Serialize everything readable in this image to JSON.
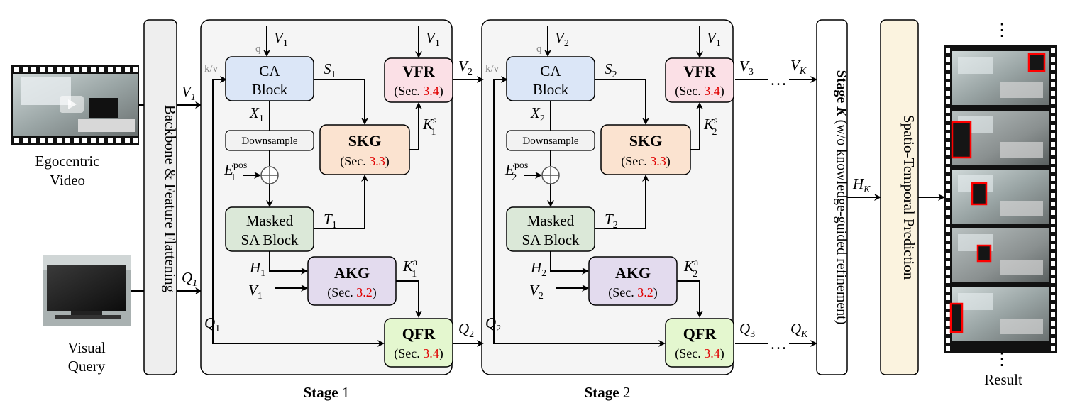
{
  "inputs": {
    "video_label_1": "Egocentric",
    "video_label_2": "Video",
    "query_label_1": "Visual",
    "query_label_2": "Query"
  },
  "backbone": {
    "label": "Backbone & Feature Flattening"
  },
  "stages": [
    {
      "title_bold": "Stage",
      "title_num": "1",
      "v_in_top": "V",
      "v_in_top_sub": "1",
      "v_vfr_top": "V",
      "v_vfr_top_sub": "1",
      "q_label": "q",
      "kv_label": "k/v",
      "ca_line1": "CA",
      "ca_line2": "Block",
      "s_label": "S",
      "s_sub": "1",
      "x_label": "X",
      "x_sub": "1",
      "downsample": "Downsample",
      "epos": "E",
      "epos_sup": "pos",
      "epos_sub": "1",
      "sa_line1": "Masked",
      "sa_line2": "SA Block",
      "t_label": "T",
      "t_sub": "1",
      "skg": "SKG",
      "skg_sec": "(Sec. ",
      "skg_ref": "3.3",
      "ks_label": "K",
      "ks_sup": "s",
      "ks_sub": "1",
      "vfr": "VFR",
      "vfr_sec": "(Sec. ",
      "vfr_ref": "3.4",
      "v_out": "V",
      "v_out_sub": "2",
      "h_label": "H",
      "h_sub": "1",
      "v_akg": "V",
      "v_akg_sub": "1",
      "akg": "AKG",
      "akg_sec": "(Sec. ",
      "akg_ref": "3.2",
      "ka_label": "K",
      "ka_sup": "a",
      "ka_sub": "1",
      "q_in": "Q",
      "q_in_sub": "1",
      "qfr": "QFR",
      "qfr_sec": "(Sec. ",
      "qfr_ref": "3.4",
      "q_out": "Q",
      "q_out_sub": "2"
    },
    {
      "title_bold": "Stage",
      "title_num": "2",
      "v_in_top": "V",
      "v_in_top_sub": "2",
      "v_vfr_top": "V",
      "v_vfr_top_sub": "1",
      "q_label": "q",
      "kv_label": "k/v",
      "ca_line1": "CA",
      "ca_line2": "Block",
      "s_label": "S",
      "s_sub": "2",
      "x_label": "X",
      "x_sub": "2",
      "downsample": "Downsample",
      "epos": "E",
      "epos_sup": "pos",
      "epos_sub": "2",
      "sa_line1": "Masked",
      "sa_line2": "SA Block",
      "t_label": "T",
      "t_sub": "2",
      "skg": "SKG",
      "skg_sec": "(Sec. ",
      "skg_ref": "3.3",
      "ks_label": "K",
      "ks_sup": "s",
      "ks_sub": "2",
      "vfr": "VFR",
      "vfr_sec": "(Sec. ",
      "vfr_ref": "3.4",
      "v_out": "V",
      "v_out_sub": "3",
      "h_label": "H",
      "h_sub": "2",
      "v_akg": "V",
      "v_akg_sub": "2",
      "akg": "AKG",
      "akg_sec": "(Sec. ",
      "akg_ref": "3.2",
      "ka_label": "K",
      "ka_sup": "a",
      "ka_sub": "2",
      "q_in": "Q",
      "q_in_sub": "2",
      "qfr": "QFR",
      "qfr_sec": "(Sec. ",
      "qfr_ref": "3.4",
      "q_out": "Q",
      "q_out_sub": "3"
    }
  ],
  "bridge": {
    "v1": "V",
    "v1_sub": "1",
    "q1": "Q",
    "q1_sub": "1",
    "vk": "V",
    "vk_sub": "K",
    "qk": "Q",
    "qk_sub": "K",
    "dots": "…",
    "hk": "H",
    "hk_sub": "K"
  },
  "stage_k": {
    "bold": "Stage ",
    "bold_k": "K",
    "rest": " (w/o knowledge-guided refinement)"
  },
  "spatio": {
    "label": "Spatio-Temporal Prediction"
  },
  "result": {
    "label": "Result",
    "vdots": "⋮"
  },
  "colors": {
    "ca": "#dbe6f7",
    "vfr": "#fbe0e6",
    "skg": "#fbe3d0",
    "sa": "#dbe8d8",
    "akg": "#e3dbee",
    "qfr": "#e4f7cf",
    "stage_bg": "#f5f5f5",
    "backbone_bg": "#eeeeee",
    "spatio_bg": "#fbf3df",
    "ref_red": "#e00000"
  }
}
